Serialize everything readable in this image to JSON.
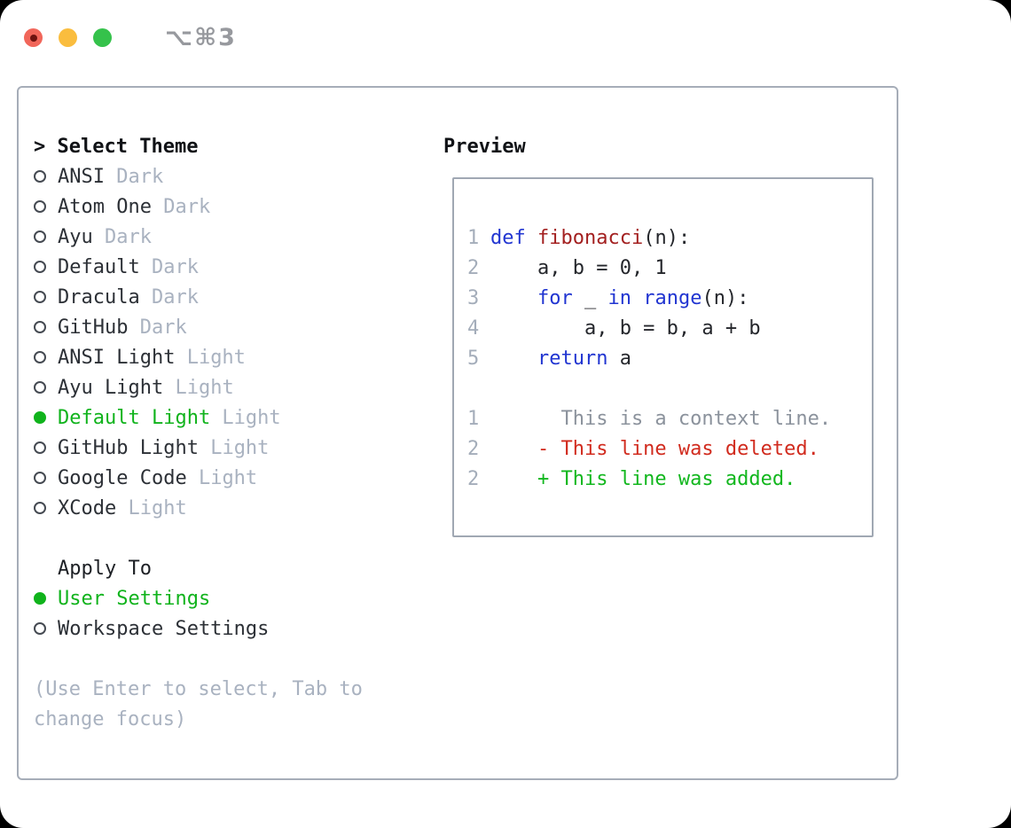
{
  "window": {
    "title": "⌥⌘3"
  },
  "colors": {
    "accent_green": "#10b31c",
    "keyword_blue": "#2135d1",
    "function_red": "#a32020",
    "deleted_red": "#d12b1e",
    "added_green": "#12b71e",
    "muted_gray": "#a9b2c0",
    "context_gray": "#8b929c",
    "text_dark": "#2c3036",
    "border_gray": "#a6adb8",
    "traffic_red": "#f1665a",
    "traffic_yellow": "#fabd3e",
    "traffic_green": "#35c24b"
  },
  "theme_selector": {
    "prompt": ">",
    "title": "Select Theme",
    "items": [
      {
        "name": "ANSI",
        "variant": "Dark",
        "selected": false
      },
      {
        "name": "Atom One",
        "variant": "Dark",
        "selected": false
      },
      {
        "name": "Ayu",
        "variant": "Dark",
        "selected": false
      },
      {
        "name": "Default",
        "variant": "Dark",
        "selected": false
      },
      {
        "name": "Dracula",
        "variant": "Dark",
        "selected": false
      },
      {
        "name": "GitHub",
        "variant": "Dark",
        "selected": false
      },
      {
        "name": "ANSI Light",
        "variant": "Light",
        "selected": false
      },
      {
        "name": "Ayu Light",
        "variant": "Light",
        "selected": false
      },
      {
        "name": "Default Light",
        "variant": "Light",
        "selected": true
      },
      {
        "name": "GitHub Light",
        "variant": "Light",
        "selected": false
      },
      {
        "name": "Google Code",
        "variant": "Light",
        "selected": false
      },
      {
        "name": "XCode",
        "variant": "Light",
        "selected": false
      }
    ],
    "apply_to": {
      "label": "Apply To",
      "options": [
        {
          "label": "User Settings",
          "selected": true
        },
        {
          "label": "Workspace Settings",
          "selected": false
        }
      ]
    },
    "hint_lines": [
      "(Use Enter to select, Tab to",
      "change focus)"
    ]
  },
  "preview": {
    "title": "Preview",
    "lines": [
      {
        "num": "1",
        "segments": [
          {
            "text": "def",
            "color": "kw"
          },
          {
            "text": " ",
            "color": "def"
          },
          {
            "text": "fibonacci",
            "color": "fn"
          },
          {
            "text": "(n):",
            "color": "def"
          }
        ]
      },
      {
        "num": "2",
        "segments": [
          {
            "text": "    a, b = 0, 1",
            "color": "def"
          }
        ]
      },
      {
        "num": "3",
        "segments": [
          {
            "text": "    ",
            "color": "def"
          },
          {
            "text": "for",
            "color": "kw"
          },
          {
            "text": " _ ",
            "color": "def"
          },
          {
            "text": "in",
            "color": "kw"
          },
          {
            "text": " ",
            "color": "def"
          },
          {
            "text": "range",
            "color": "kw"
          },
          {
            "text": "(n):",
            "color": "def"
          }
        ]
      },
      {
        "num": "4",
        "segments": [
          {
            "text": "        a, b = b, a + b",
            "color": "def"
          }
        ]
      },
      {
        "num": "5",
        "segments": [
          {
            "text": "    ",
            "color": "def"
          },
          {
            "text": "return",
            "color": "kw"
          },
          {
            "text": " a",
            "color": "def"
          }
        ]
      },
      {
        "num": "",
        "segments": []
      },
      {
        "num": "1",
        "segments": [
          {
            "text": "      This is a context line.",
            "color": "ctx"
          }
        ]
      },
      {
        "num": "2",
        "segments": [
          {
            "text": "    - This line was deleted.",
            "color": "del"
          }
        ]
      },
      {
        "num": "2",
        "segments": [
          {
            "text": "    + This line was added.",
            "color": "add"
          }
        ]
      }
    ]
  }
}
